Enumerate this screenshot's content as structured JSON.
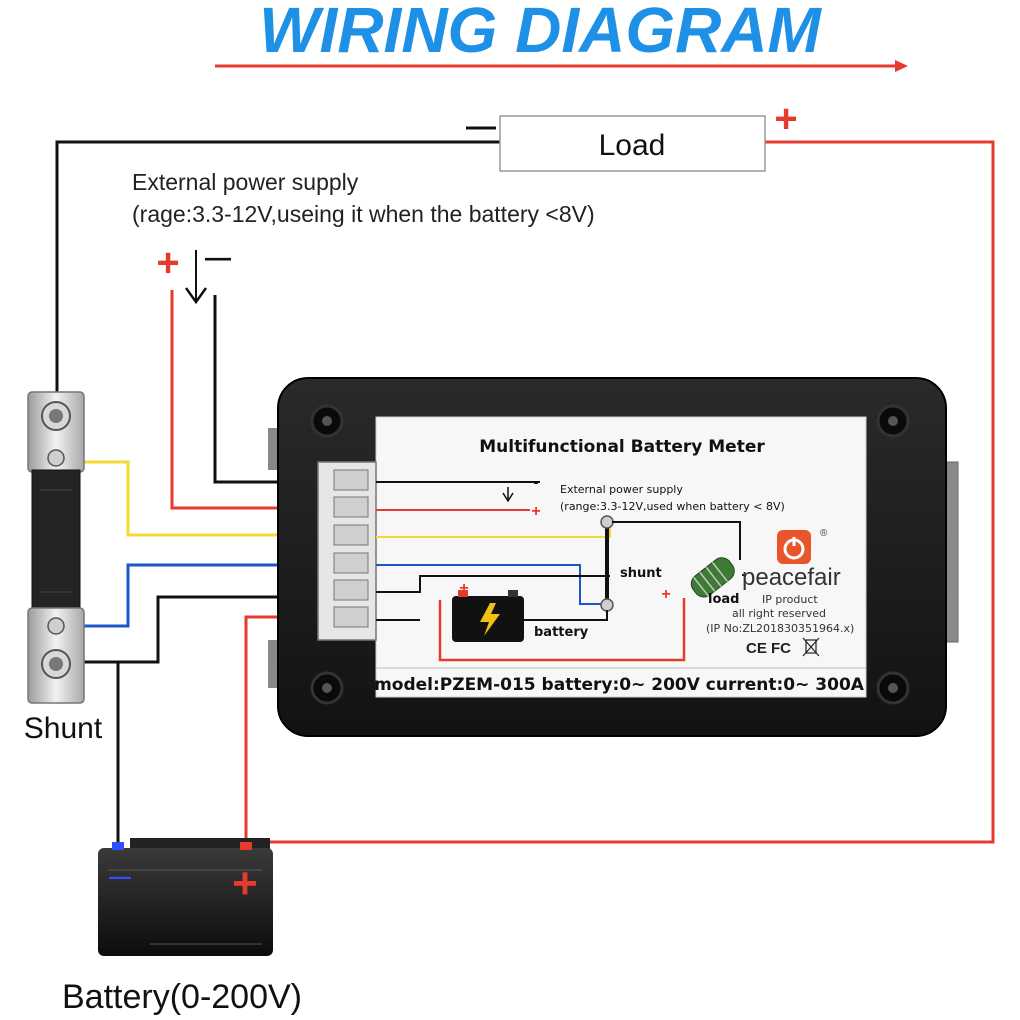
{
  "title": "WIRING DIAGRAM",
  "load": {
    "label": "Load",
    "minus": "—",
    "plus": "+"
  },
  "external_supply": {
    "line1": "External power supply",
    "line2": "(rage:3.3-12V,useing it when the battery <8V)",
    "plus": "+",
    "minus": "—"
  },
  "shunt_label": "Shunt",
  "battery": {
    "label": "Battery(0-200V)",
    "plus": "+",
    "minus": "—"
  },
  "meter": {
    "title": "Multifunctional Battery Meter",
    "ext_line1": "External power supply",
    "ext_line2": "(range:3.3-12V,used when battery < 8V)",
    "shunt": "shunt",
    "load": "load",
    "battery": "battery",
    "brand": "peacefair",
    "registered": "®",
    "ip_product": "IP product",
    "rights": "all right reserved",
    "ip_no": "(IP No:ZL201830351964.x)",
    "certs": "CE FC",
    "model": "model:PZEM-015 battery:0~ 200V current:0~ 300A"
  },
  "colors": {
    "title_blue": "#1e90e6",
    "wire_red": "#e63a2e",
    "wire_black": "#111111",
    "wire_yellow": "#f2d934",
    "wire_blue": "#1a56c8",
    "meter_body": "#1b1b1b",
    "label_bg": "#f7f7f7"
  }
}
